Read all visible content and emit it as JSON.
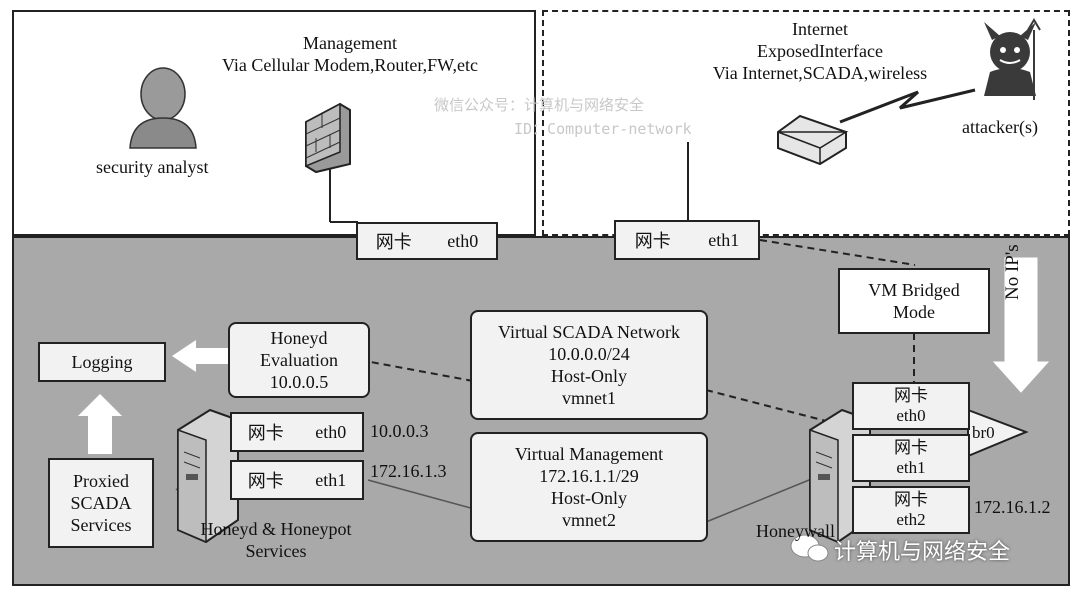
{
  "zones": {
    "management": {
      "lines": [
        "Management",
        "Via Cellular Modem,Router,FW,etc"
      ]
    },
    "internet": {
      "lines": [
        "Internet",
        "ExposedInterface",
        "Via Internet,SCADA,wireless"
      ]
    }
  },
  "actors": {
    "security_analyst": "security analyst",
    "attacker": "attacker(s)"
  },
  "nics_top": {
    "left": {
      "label": "网卡",
      "iface": "eth0"
    },
    "right": {
      "label": "网卡",
      "iface": "eth1"
    }
  },
  "vm_bridged": [
    "VM Bridged",
    "Mode"
  ],
  "no_ips": "No IP's",
  "logging": "Logging",
  "honeyd_eval": [
    "Honeyd",
    "Evaluation",
    "10.0.0.5"
  ],
  "proxied": [
    "Proxied",
    "SCADA",
    "Services"
  ],
  "honeyd_services": [
    "Honeyd & Honeypot",
    "Services"
  ],
  "honeyd_nics": [
    {
      "label": "网卡",
      "iface": "eth0",
      "ip": "10.0.0.3"
    },
    {
      "label": "网卡",
      "iface": "eth1",
      "ip": "172.16.1.3"
    }
  ],
  "virtual_scada": [
    "Virtual SCADA Network",
    "10.0.0.0/24",
    "Host-Only",
    "vmnet1"
  ],
  "virtual_mgmt": [
    "Virtual Management",
    "172.16.1.1/29",
    "Host-Only",
    "vmnet2"
  ],
  "honeywall_nics": [
    {
      "label": "网卡",
      "iface": "eth0"
    },
    {
      "label": "网卡",
      "iface": "eth1"
    },
    {
      "label": "网卡",
      "iface": "eth2"
    }
  ],
  "br0": "br0",
  "eth2_ip": "172.16.1.2",
  "honeywall_label": "Honeywall",
  "watermarks": {
    "wechat": "微信公众号：计算机与网络安全",
    "id": "ID：Computer-network",
    "brand": "计算机与网络安全"
  }
}
